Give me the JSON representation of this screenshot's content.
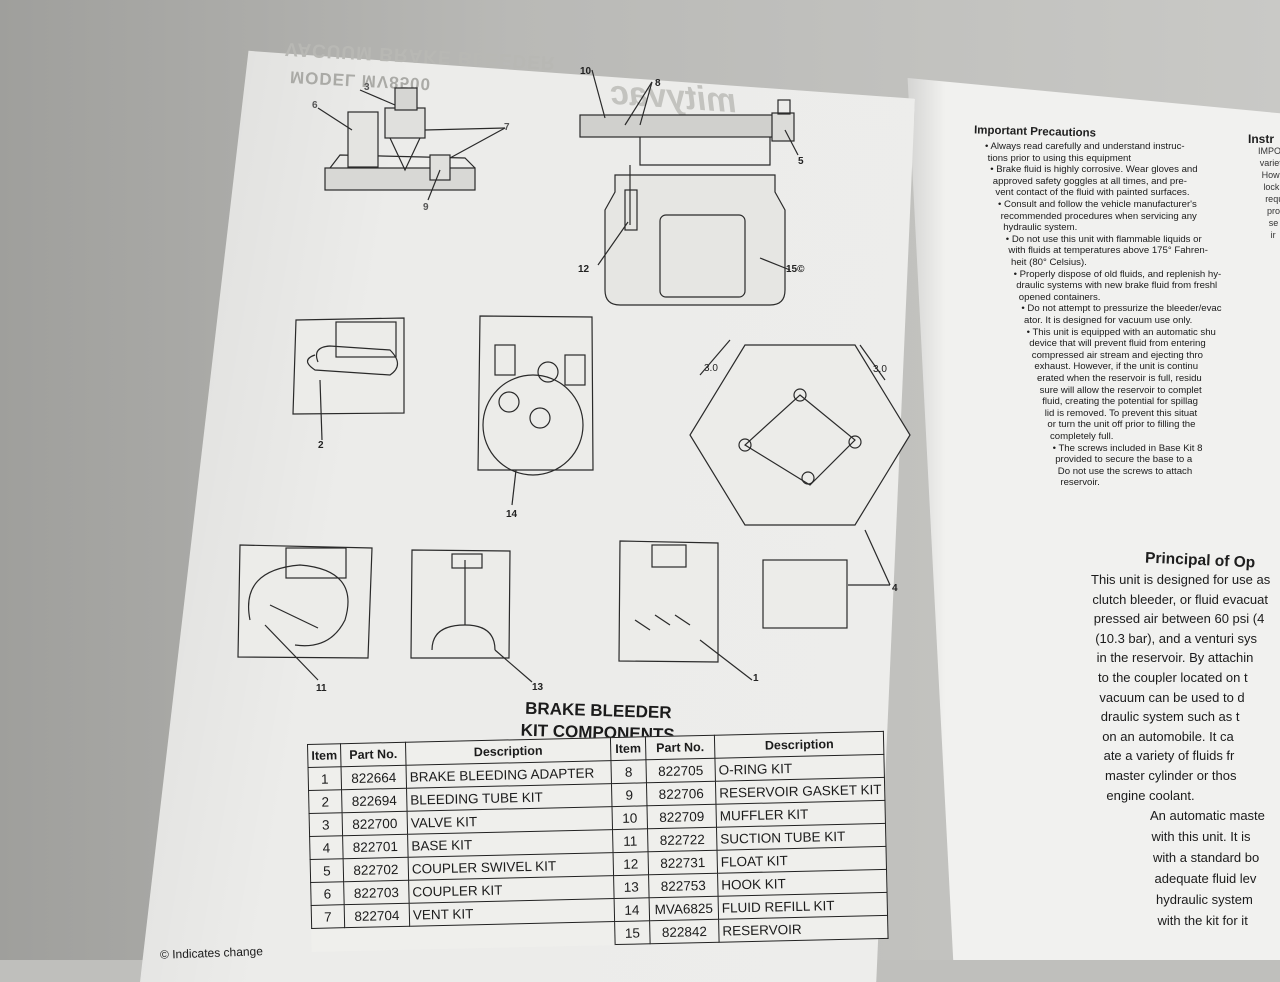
{
  "ghost_header": {
    "title": "VACUUM BRAKE BLEEDER",
    "model": "MODEL MV8500"
  },
  "ghost_logo": "mityvac",
  "diagram": {
    "callouts": [
      "10",
      "8",
      "5",
      "12",
      "15©",
      "2",
      "14",
      "4",
      "11",
      "13",
      "1",
      "6",
      "3",
      "7",
      "9"
    ],
    "dimensions": [
      "3.0",
      "3.0"
    ]
  },
  "table": {
    "title_line1": "BRAKE BLEEDER",
    "title_line2": "KIT COMPONENTS",
    "headers": [
      "Item",
      "Part No.",
      "Description",
      "Item",
      "Part No.",
      "Description"
    ],
    "rows": [
      {
        "item": "1",
        "part": "822664",
        "desc": "BRAKE BLEEDING ADAPTER",
        "item2": "8",
        "part2": "822705",
        "desc2": "O-RING KIT"
      },
      {
        "item": "2",
        "part": "822694",
        "desc": "BLEEDING TUBE KIT",
        "item2": "9",
        "part2": "822706",
        "desc2": "RESERVOIR GASKET KIT"
      },
      {
        "item": "3",
        "part": "822700",
        "desc": "VALVE KIT",
        "item2": "10",
        "part2": "822709",
        "desc2": "MUFFLER KIT"
      },
      {
        "item": "4",
        "part": "822701",
        "desc": "BASE KIT",
        "item2": "11",
        "part2": "822722",
        "desc2": "SUCTION TUBE KIT"
      },
      {
        "item": "5",
        "part": "822702",
        "desc": "COUPLER SWIVEL KIT",
        "item2": "12",
        "part2": "822731",
        "desc2": "FLOAT KIT"
      },
      {
        "item": "6",
        "part": "822703",
        "desc": "COUPLER KIT",
        "item2": "13",
        "part2": "822753",
        "desc2": "HOOK KIT"
      },
      {
        "item": "7",
        "part": "822704",
        "desc": "VENT KIT",
        "item2": "14",
        "part2": "MVA6825",
        "desc2": "FLUID REFILL KIT"
      },
      {
        "item": "",
        "part": "",
        "desc": "",
        "item2": "15",
        "part2": "822842",
        "desc2": "RESERVOIR"
      }
    ]
  },
  "footnote": "© Indicates change",
  "right_page": {
    "precautions_title": "Important Precautions",
    "instructions_title": "Instr",
    "instructions_lines": [
      "IMPOR",
      "variety",
      "Howe",
      "lock",
      "requ",
      "pro",
      "se",
      "ir"
    ],
    "precaution_lines": [
      "•  Always read carefully and understand instruc-",
      "    tions prior to using this equipment",
      "•  Brake fluid is highly corrosive.  Wear gloves and",
      "    approved safety goggles at all times, and pre-",
      "    vent contact of the fluid with painted surfaces.",
      "•  Consult and follow the vehicle manufacturer's",
      "    recommended procedures when servicing any",
      "    hydraulic system.",
      "•  Do not use this unit with flammable liquids or",
      "    with fluids at temperatures above 175° Fahren-",
      "    heit (80° Celsius).",
      "•  Properly dispose of old fluids, and replenish hy-",
      "    draulic systems with new brake fluid from freshl",
      "    opened containers.",
      "•  Do not attempt to pressurize the bleeder/evac",
      "    ator.  It is designed for vacuum use only.",
      "•  This unit is equipped with an automatic shu",
      "    device that will prevent fluid from entering",
      "    compressed air stream and ejecting thro",
      "    exhaust.  However, if the unit is continu",
      "    erated when the reservoir is full, residu",
      "    sure will allow the reservoir to complet",
      "    fluid, creating the potential for spillag",
      "    lid is removed.  To prevent this situat",
      "    or turn the unit off prior to filling the",
      "    completely full.",
      "•  The screws included in Base Kit 8",
      "    provided to secure the base to a",
      "    Do not use the screws to attach",
      "    reservoir."
    ],
    "principal_title": "Principal of Op",
    "principal_lines": [
      "This unit is designed for use as",
      "clutch bleeder, or fluid evacuat",
      "pressed air between 60 psi (4",
      "(10.3 bar), and a venturi sys",
      "in the reservoir.  By attachin",
      "to the coupler located on t",
      "vacuum can be used to d",
      "draulic system such as t",
      "on an automobile.  It ca",
      "ate a variety of fluids fr",
      "master cylinder or thos",
      "engine coolant."
    ],
    "auto_lines": [
      "An automatic maste",
      "with this unit.  It is",
      "with a standard bo",
      "adequate fluid lev",
      "hydraulic system",
      "with the kit for it"
    ]
  }
}
